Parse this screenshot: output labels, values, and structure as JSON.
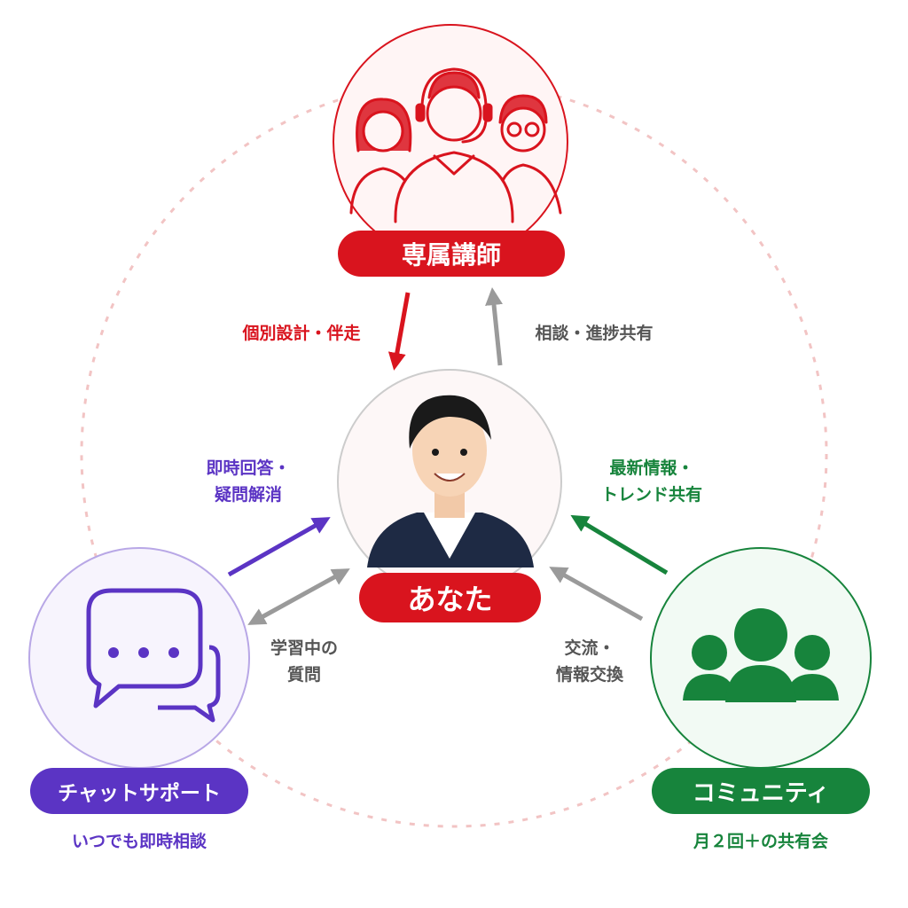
{
  "colors": {
    "red": "#d9141e",
    "purple": "#5b34c4",
    "green": "#17843c",
    "gray": "#9a9a9a",
    "dotted_ring": "#f2c4c4"
  },
  "nodes": {
    "instructor": {
      "label": "専属講師",
      "icon": "instructor-group-icon"
    },
    "you": {
      "label": "あなた",
      "icon": "user-avatar-icon"
    },
    "chat": {
      "label": "チャットサポート",
      "sub": "いつでも即時相談",
      "icon": "chat-bubbles-icon"
    },
    "community": {
      "label": "コミュニティ",
      "sub": "月２回＋の共有会",
      "icon": "people-group-icon"
    }
  },
  "edges": {
    "instructor_to_you": "個別設計・伴走",
    "you_to_instructor": "相談・進捗共有",
    "chat_to_you": [
      "即時回答・",
      "疑問解消"
    ],
    "you_chat_mutual": [
      "学習中の",
      "質問"
    ],
    "community_to_you": [
      "最新情報・",
      "トレンド共有"
    ],
    "you_community_mutual": [
      "交流・",
      "情報交換"
    ]
  }
}
